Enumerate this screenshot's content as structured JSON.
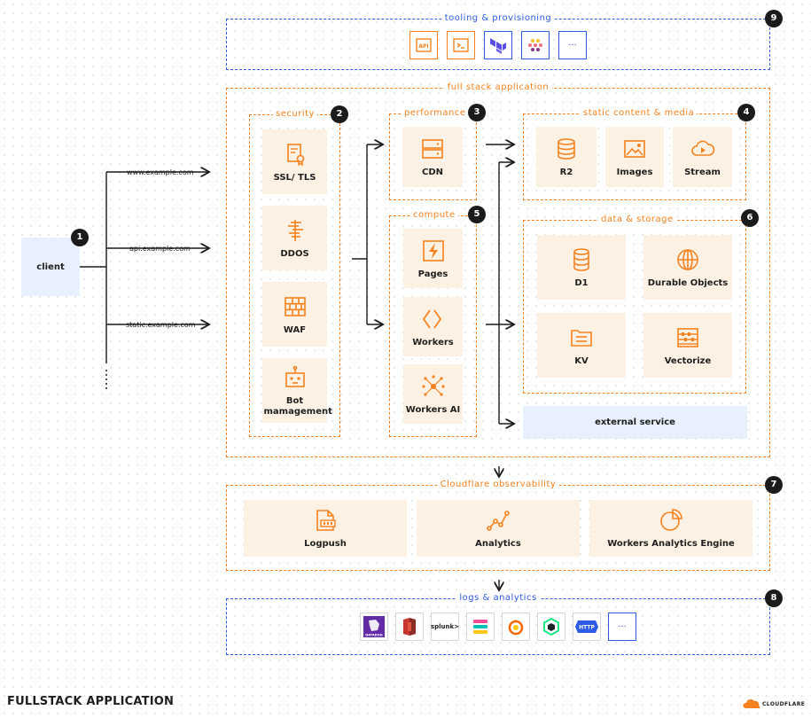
{
  "title": "FULLSTACK APPLICATION",
  "brand": "CLOUDFLARE",
  "colors": {
    "orange": "#f5821f",
    "blue": "#2d5be3",
    "tile": "#fdf1e3",
    "client": "#e7f0fc"
  },
  "client": {
    "label": "client",
    "badge": "1"
  },
  "domains": [
    "www.example.com",
    "api.example.com",
    "static.example.com"
  ],
  "tooling": {
    "title": "tooling & provisioning",
    "badge": "9",
    "icons": [
      {
        "name": "api-icon",
        "text": "API"
      },
      {
        "name": "terminal-icon",
        "text": ">_"
      },
      {
        "name": "terraform-icon",
        "text": ""
      },
      {
        "name": "pulumi-icon",
        "text": ""
      },
      {
        "name": "more-icon",
        "text": "···"
      }
    ]
  },
  "fullstack": {
    "title": "full stack application"
  },
  "security": {
    "title": "security",
    "badge": "2",
    "items": [
      {
        "label": "SSL/ TLS",
        "icon": "certificate-icon"
      },
      {
        "label": "DDOS",
        "icon": "ddos-icon"
      },
      {
        "label": "WAF",
        "icon": "firewall-icon"
      },
      {
        "label": "Bot mamagement",
        "icon": "bot-icon"
      }
    ]
  },
  "performance": {
    "title": "performance",
    "badge": "3",
    "items": [
      {
        "label": "CDN",
        "icon": "server-icon"
      }
    ]
  },
  "compute": {
    "title": "compute",
    "badge": "5",
    "items": [
      {
        "label": "Pages",
        "icon": "pages-icon"
      },
      {
        "label": "Workers",
        "icon": "workers-icon"
      },
      {
        "label": "Workers AI",
        "icon": "workers-ai-icon"
      }
    ]
  },
  "static_media": {
    "title": "static content & media",
    "badge": "4",
    "items": [
      {
        "label": "R2",
        "icon": "database-icon"
      },
      {
        "label": "Images",
        "icon": "image-icon"
      },
      {
        "label": "Stream",
        "icon": "stream-icon"
      }
    ]
  },
  "data_storage": {
    "title": "data & storage",
    "badge": "6",
    "items": [
      {
        "label": "D1",
        "icon": "d1-icon"
      },
      {
        "label": "Durable Objects",
        "icon": "globe-icon"
      },
      {
        "label": "KV",
        "icon": "kv-icon"
      },
      {
        "label": "Vectorize",
        "icon": "abacus-icon"
      }
    ]
  },
  "external": {
    "label": "external service"
  },
  "observability": {
    "title": "Cloudflare observability",
    "badge": "7",
    "items": [
      {
        "label": "Logpush",
        "icon": "logpush-icon"
      },
      {
        "label": "Analytics",
        "icon": "analytics-icon"
      },
      {
        "label": "Workers Analytics Engine",
        "icon": "pie-chart-icon"
      }
    ]
  },
  "logs": {
    "title": "logs & analytics",
    "badge": "8",
    "icons": [
      {
        "name": "datadog-icon",
        "text": "DATADOG"
      },
      {
        "name": "aws-s3-icon",
        "text": ""
      },
      {
        "name": "splunk-icon",
        "text": "splunk>"
      },
      {
        "name": "elastic-icon",
        "text": ""
      },
      {
        "name": "grafana-icon",
        "text": ""
      },
      {
        "name": "new-relic-icon",
        "text": ""
      },
      {
        "name": "http-icon",
        "text": "HTTP"
      },
      {
        "name": "more-icon",
        "text": "···"
      }
    ]
  }
}
